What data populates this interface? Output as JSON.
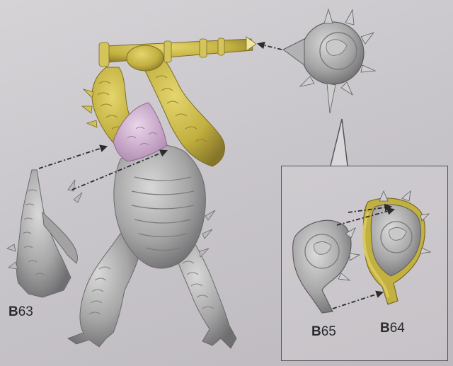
{
  "labels": {
    "b63": {
      "prefix": "B",
      "number": "63"
    },
    "b65": {
      "prefix": "B",
      "number": "65"
    },
    "b64": {
      "prefix": "B",
      "number": "64"
    }
  },
  "colors": {
    "background": "#cfccd1",
    "plastic_grey": "#a9a8a9",
    "plastic_gold": "#c4b346",
    "plastic_pink": "#c9a6c8",
    "arrow": "#2b2b2d"
  },
  "parts": [
    {
      "id": "B63",
      "name": "tail"
    },
    {
      "id": "B64",
      "name": "mace-head-rear-half"
    },
    {
      "id": "B65",
      "name": "mace-head-front-half"
    }
  ],
  "icons": [
    "dashed-arrow-icon"
  ]
}
